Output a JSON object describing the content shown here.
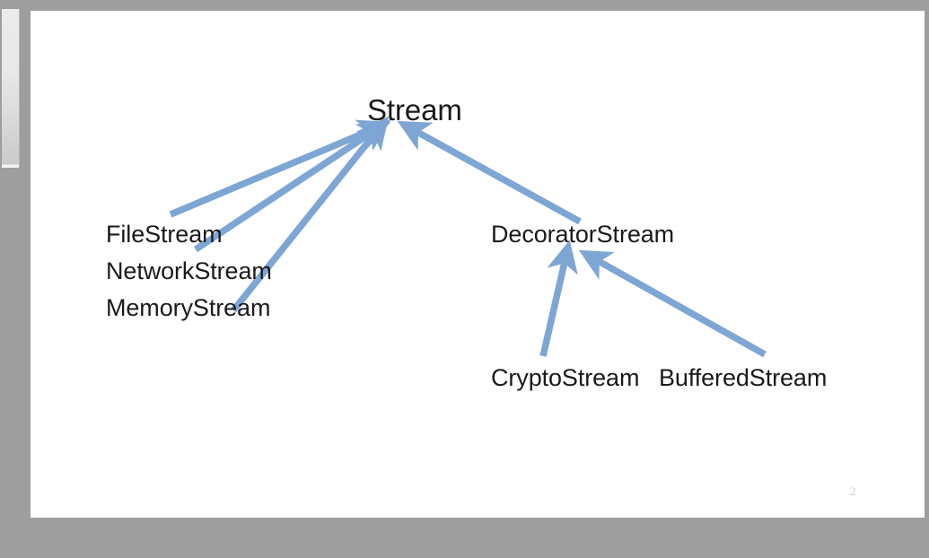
{
  "window": {
    "background_color": "#9e9e9e",
    "slide_background": "#ffffff"
  },
  "thumbnail_pane": {
    "visible_sliver": true,
    "slide_thumb_name": "slide-thumbnail-partial"
  },
  "slide": {
    "page_number": "2",
    "accent_color": "#7ea6d4",
    "text_color": "#1a1a1a",
    "nodes": {
      "root": "Stream",
      "file": "FileStream",
      "network": "NetworkStream",
      "memory": "MemoryStream",
      "decorator": "DecoratorStream",
      "crypto": "CryptoStream",
      "buffered": "BufferedStream"
    },
    "arrows": [
      {
        "name": "filestream-to-stream",
        "from": "FileStream",
        "to": "Stream"
      },
      {
        "name": "networkstream-to-stream",
        "from": "NetworkStream",
        "to": "Stream"
      },
      {
        "name": "memorystream-to-stream",
        "from": "MemoryStream",
        "to": "Stream"
      },
      {
        "name": "decoratorstream-to-stream",
        "from": "DecoratorStream",
        "to": "Stream"
      },
      {
        "name": "cryptostream-to-decorator",
        "from": "CryptoStream",
        "to": "DecoratorStream"
      },
      {
        "name": "bufferedstream-to-decorator",
        "from": "BufferedStream",
        "to": "DecoratorStream"
      }
    ]
  }
}
